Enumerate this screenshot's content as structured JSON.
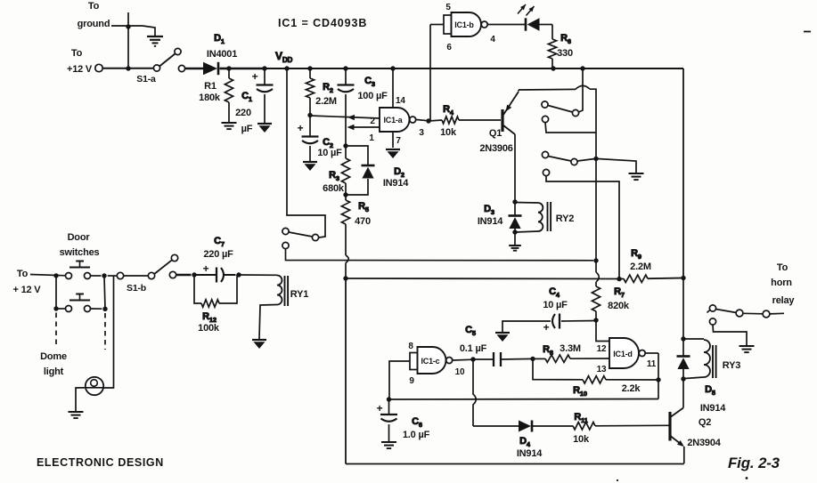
{
  "meta": {
    "ink": "#141414",
    "paper": "#fdfdfc",
    "description": "Scanned schematic page, Fig. 2-3"
  },
  "title": "IC1 = CD4093B",
  "symbols": {
    "plus": "+"
  },
  "power_label": {
    "b": "V",
    "s": "DD"
  },
  "annotations": {
    "to_ground": [
      "To",
      "ground"
    ],
    "to_12v_top": [
      "To",
      "+12 V"
    ],
    "to_12v_bottom": [
      "To",
      "+ 12 V"
    ],
    "door_switches": [
      "Door",
      "switches"
    ],
    "dome_light": [
      "Dome",
      "light"
    ],
    "to_horn_relay": [
      "To",
      "horn",
      "relay"
    ]
  },
  "components": {
    "s1a": {
      "label": "S1-a"
    },
    "s1b": {
      "label": "S1-b"
    },
    "d1": {
      "ref": {
        "b": "D",
        "s": "1"
      },
      "value": "IN4001"
    },
    "d2": {
      "ref": {
        "b": "D",
        "s": "2"
      },
      "value": "IN914"
    },
    "d3": {
      "ref": {
        "b": "D",
        "s": "3"
      },
      "value": "IN914"
    },
    "d4": {
      "ref": {
        "b": "D",
        "s": "4"
      },
      "value": "IN914"
    },
    "d5": {
      "ref": {
        "b": "D",
        "s": "5"
      },
      "value": "IN914"
    },
    "r1": {
      "ref": "R1",
      "value": "180k"
    },
    "r2": {
      "ref": {
        "b": "R",
        "s": "2"
      },
      "value": "2.2M"
    },
    "r3": {
      "ref": {
        "b": "R",
        "s": "3"
      },
      "value": "680k"
    },
    "r4": {
      "ref": {
        "b": "R",
        "s": "4"
      },
      "value": "10k"
    },
    "r5": {
      "ref": {
        "b": "R",
        "s": "5"
      },
      "value": "470"
    },
    "r6": {
      "ref": {
        "b": "R",
        "s": "6"
      },
      "value": "330"
    },
    "r7": {
      "ref": {
        "b": "R",
        "s": "7"
      },
      "value": "820k"
    },
    "r8": {
      "ref": {
        "b": "R",
        "s": "8"
      },
      "value": "3.3M"
    },
    "r9": {
      "ref": {
        "b": "R",
        "s": "9"
      },
      "value": "2.2M"
    },
    "r10": {
      "ref": {
        "b": "R",
        "s": "10"
      },
      "value": "2.2k"
    },
    "r11": {
      "ref": {
        "b": "R",
        "s": "11"
      },
      "value": "10k"
    },
    "r12": {
      "ref": {
        "b": "R",
        "s": "12"
      },
      "value": "100k"
    },
    "c1": {
      "ref": {
        "b": "C",
        "s": "1"
      },
      "value": "220",
      "unit": "µF"
    },
    "c2": {
      "ref": {
        "b": "C",
        "s": "2"
      },
      "value": "10 µF"
    },
    "c3": {
      "ref": {
        "b": "C",
        "s": "3"
      },
      "value": "100 µF"
    },
    "c4": {
      "ref": {
        "b": "C",
        "s": "4"
      },
      "value": "10 µF"
    },
    "c5": {
      "ref": {
        "b": "C",
        "s": "5"
      },
      "value": "0.1 µF"
    },
    "c6": {
      "ref": {
        "b": "C",
        "s": "6"
      },
      "value": "1.0 µF"
    },
    "c7": {
      "ref": {
        "b": "C",
        "s": "7"
      },
      "value": "220 µF"
    },
    "q1": {
      "ref": "Q1",
      "value": "2N3906"
    },
    "q2": {
      "ref": "Q2",
      "value": "2N3904"
    },
    "ry1": {
      "label": "RY1"
    },
    "ry2": {
      "label": "RY2"
    },
    "ry3": {
      "label": "RY3"
    }
  },
  "ic": {
    "a": {
      "label": "IC1-a",
      "pin_vdd": "14",
      "pin_in1": "2",
      "pin_in2": "1",
      "pin_out": "3",
      "pin_gnd": "7"
    },
    "b": {
      "label": "IC1-b",
      "pin_in1": "5",
      "pin_in2": "6",
      "pin_out": "4"
    },
    "c": {
      "label": "IC1-c",
      "pin_in1": "8",
      "pin_in2": "9",
      "pin_out": "10"
    },
    "d": {
      "label": "IC1-d",
      "pin_in1": "12",
      "pin_in2": "13",
      "pin_out": "11"
    }
  },
  "footer": {
    "publication": "ELECTRONIC DESIGN",
    "figure": "Fig. 2-3"
  }
}
